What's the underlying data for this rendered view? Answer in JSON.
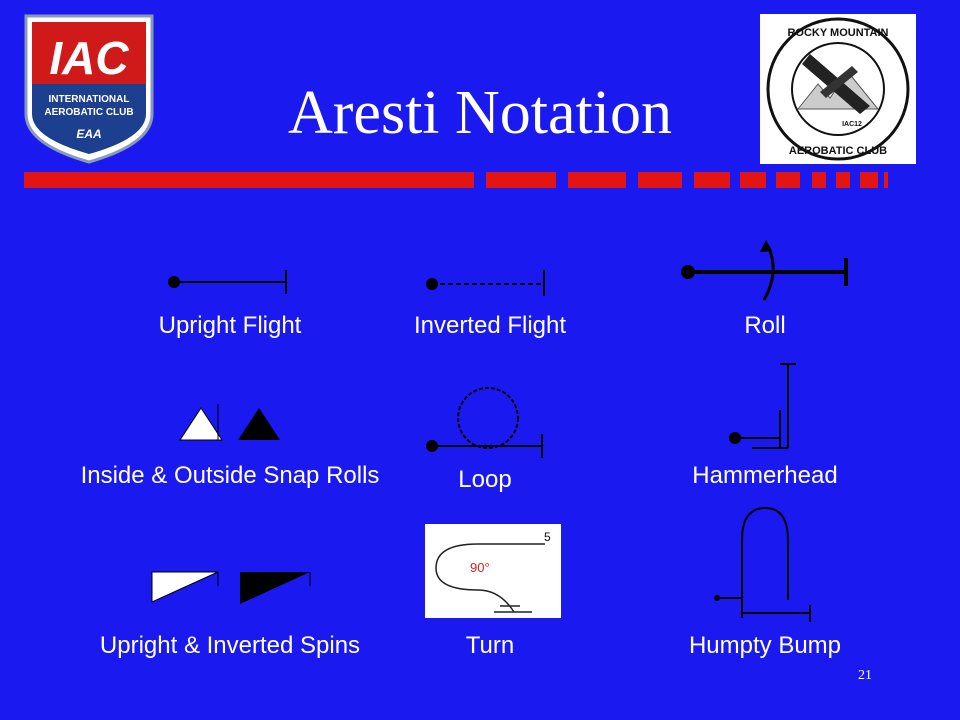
{
  "title": "Aresti Notation",
  "logos": {
    "iac": {
      "letters": "IAC",
      "line1": "INTERNATIONAL",
      "line2": "AEROBATIC CLUB",
      "sub": "EAA"
    },
    "rocky_mountain": {
      "top": "ROCKY MOUNTAIN",
      "bottom": "AEROBATIC CLUB",
      "chapter": "IAC12"
    }
  },
  "figures": {
    "upright_flight": "Upright Flight",
    "inverted_flight": "Inverted Flight",
    "roll": "Roll",
    "snap_rolls": "Inside & Outside Snap Rolls",
    "loop": "Loop",
    "hammerhead": "Hammerhead",
    "spins": "Upright & Inverted Spins",
    "turn": "Turn",
    "humpty_bump": "Humpty Bump"
  },
  "turn_diagram": {
    "angle": "90°",
    "k": "5"
  },
  "page_number": "21",
  "colors": {
    "background": "#1a1af0",
    "accent_bar": "#e21414",
    "text": "#ffffff"
  }
}
